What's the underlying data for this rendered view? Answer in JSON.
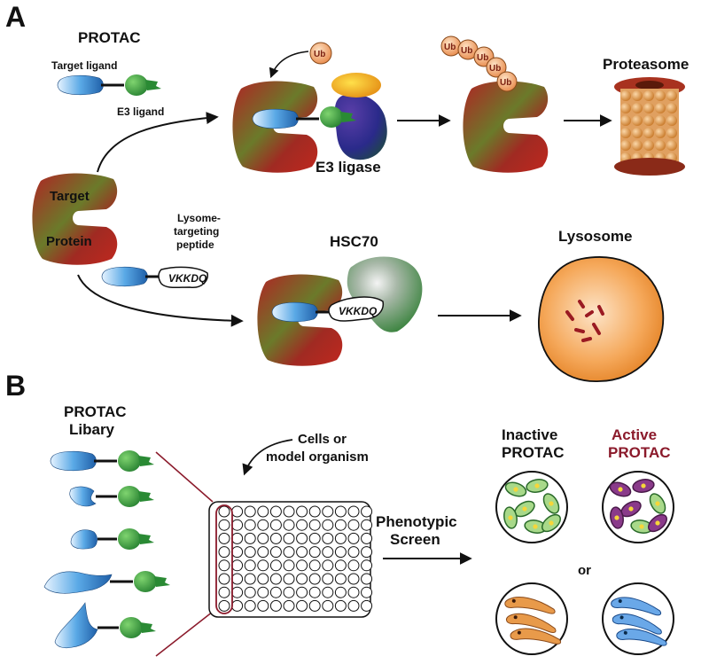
{
  "panel_a": {
    "letter": "A",
    "protac_title": "PROTAC",
    "target_ligand": "Target ligand",
    "e3_ligand": "E3 ligand",
    "target_protein_1": "Target",
    "target_protein_2": "Protein",
    "e3_ligase": "E3 ligase",
    "ub": "Ub",
    "proteasome": "Proteasome",
    "lysome_1": "Lysome-",
    "lysome_2": "targeting",
    "lysome_3": "peptide",
    "peptide": "VKKDQ",
    "hsc70": "HSC70",
    "lysosome": "Lysosome"
  },
  "panel_b": {
    "letter": "B",
    "library_1": "PROTAC",
    "library_2": "Libary",
    "cells_1": "Cells or",
    "cells_2": "model organism",
    "screen_1": "Phenotypic",
    "screen_2": "Screen",
    "inactive_1": "Inactive",
    "inactive_2": "PROTAC",
    "active_1": "Active",
    "active_2": "PROTAC",
    "or": "or"
  },
  "colors": {
    "protein_red": "#b8282a",
    "protein_green": "#5b8a2e",
    "ligand_blue": "#2a7fc4",
    "e3_green": "#2f9a3a",
    "ub_orange": "#f3a868",
    "lysosome_orange": "#f08c2a",
    "active_red": "#8b1a2b",
    "hsc70_green": "#2e7d32",
    "ligase_blue": "#2c2c8c"
  }
}
